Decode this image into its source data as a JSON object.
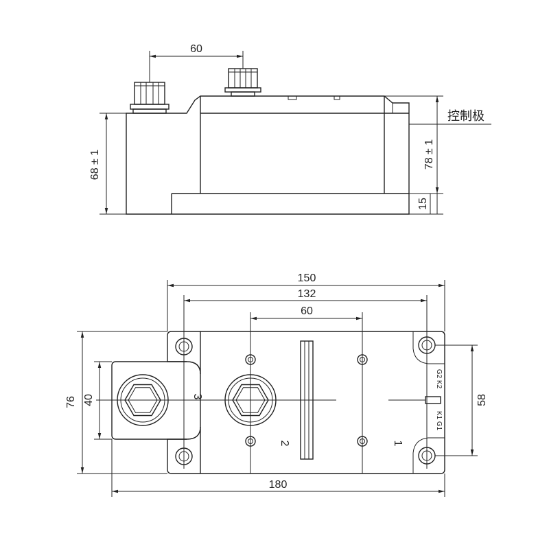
{
  "top_view": {
    "terminal_spacing": "60",
    "body_height": "68 ± 1",
    "total_height": "78 ± 1",
    "base_height": "15",
    "gate_label": "控制极"
  },
  "plan_view": {
    "overall_width": "150",
    "hole_spacing": "132",
    "stud_spacing": "60",
    "overall_depth": "76",
    "terminal_block_depth": "40",
    "hole_pitch": "58",
    "overall_length": "180",
    "terminal_3": "3",
    "terminal_2": "2",
    "terminal_1": "1",
    "pins_upper": "G2 K2",
    "pins_lower": "K1 G1"
  },
  "colors": {
    "line": "#222222",
    "background": "#ffffff"
  }
}
